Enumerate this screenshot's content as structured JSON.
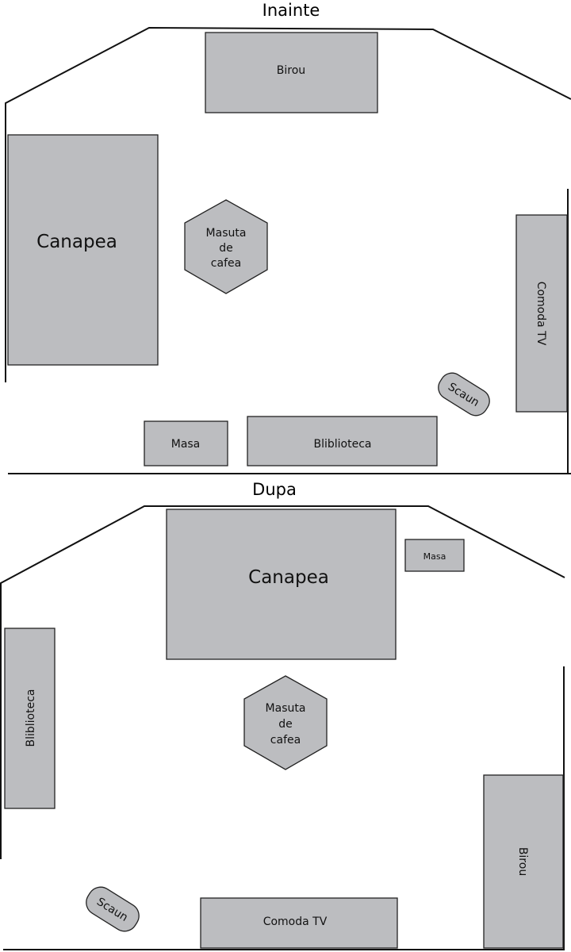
{
  "plans": {
    "before": {
      "title": "Inainte",
      "pieces": {
        "desk": "Birou",
        "sofa": "Canapea",
        "coffee_table": [
          "Masuta",
          "de",
          "cafea"
        ],
        "tv_dresser": "Comoda TV",
        "chair": "Scaun",
        "table": "Masa",
        "bookcase": "Bliblioteca"
      }
    },
    "after": {
      "title": "Dupa",
      "pieces": {
        "sofa": "Canapea",
        "table": "Masa",
        "coffee_table": [
          "Masuta",
          "de",
          "cafea"
        ],
        "bookcase": "Bliblioteca",
        "desk": "Birou",
        "chair": "Scaun",
        "tv_dresser": "Comoda TV"
      }
    }
  },
  "colors": {
    "furniture_fill": "#bcbdc0",
    "wall": "#111111"
  }
}
